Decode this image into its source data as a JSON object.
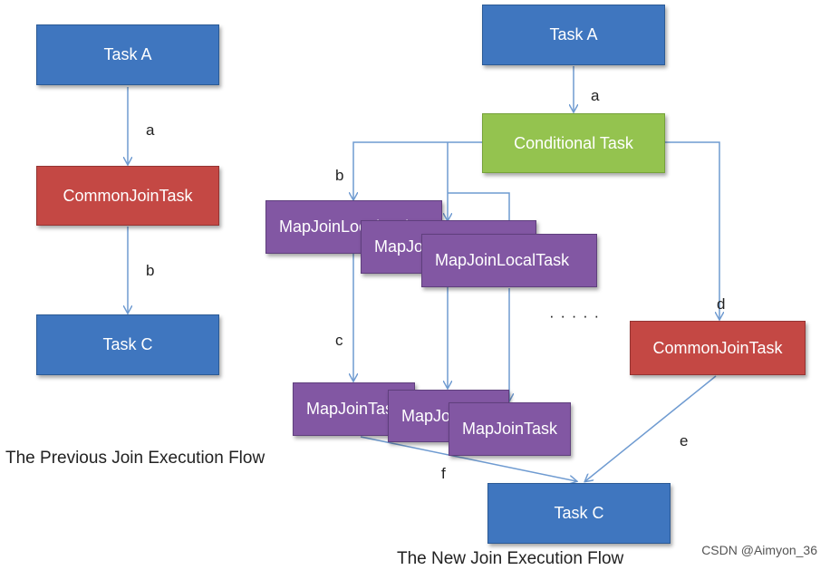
{
  "previous_flow": {
    "task_a": "Task A",
    "common_join_task": "CommonJoinTask",
    "task_c": "Task C",
    "edge_a": "a",
    "edge_b": "b",
    "caption": "The Previous Join Execution Flow"
  },
  "new_flow": {
    "task_a": "Task A",
    "conditional_task": "Conditional Task",
    "mapjoin_local_task_1": "MapJoinLocalTask",
    "mapjoin_local_task_2": "MapJoinLocalTask",
    "mapjoin_local_task_3": "MapJoinLocalTask",
    "mapjoin_task_1": "MapJoinTask",
    "mapjoin_task_2": "MapJoinTask",
    "mapjoin_task_3": "MapJoinTask",
    "ellipsis": "· · · · ·",
    "common_join_task": "CommonJoinTask",
    "task_c": "Task C",
    "edge_a": "a",
    "edge_b": "b",
    "edge_c": "c",
    "edge_d": "d",
    "edge_e": "e",
    "edge_f": "f",
    "caption": "The New Join Execution Flow"
  },
  "watermark": "CSDN @Aimyon_36",
  "colors": {
    "task_blue": "#3f76bf",
    "common_join_red": "#c44844",
    "conditional_green": "#94c34f",
    "mapjoin_purple": "#8257a3",
    "arrow_blue": "#6f9bd1"
  }
}
